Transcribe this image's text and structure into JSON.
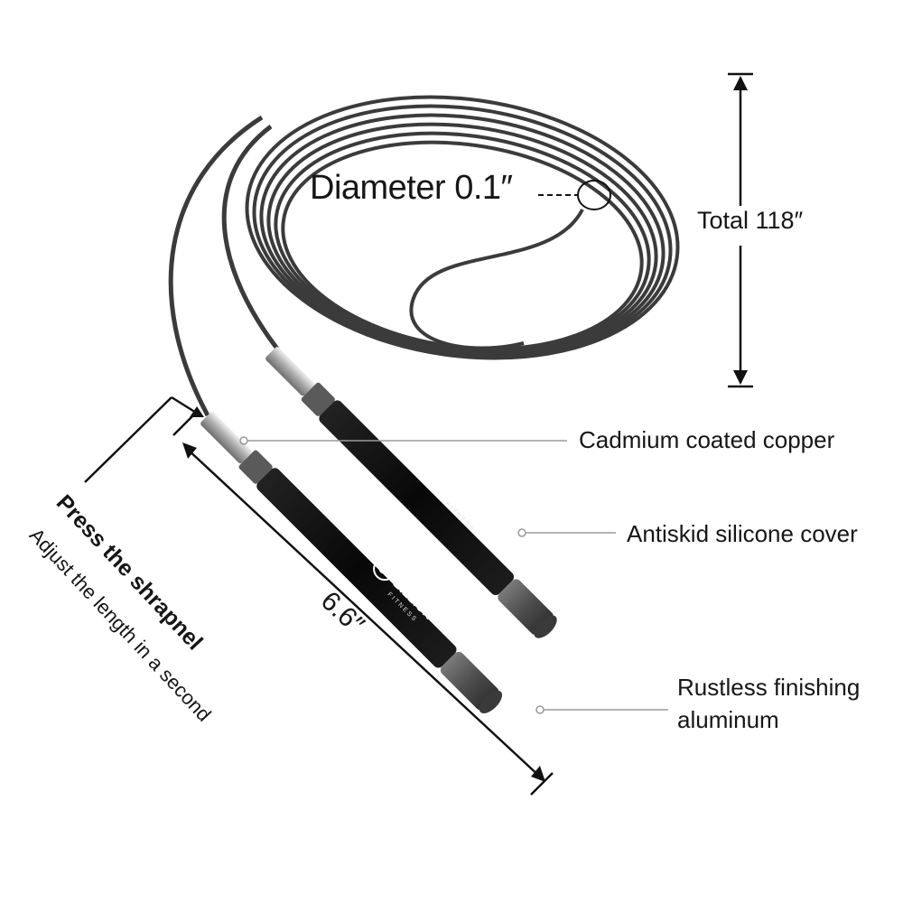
{
  "product": {
    "brand_logo": "5 BILLION FITNESS",
    "callouts": {
      "diameter": "Diameter 0.1″",
      "total_length": "Total 118″",
      "handle_length": "6.6″",
      "copper": "Cadmium coated copper",
      "silicone": "Antiskid silicone cover",
      "aluminum_line1": "Rustless finishing",
      "aluminum_line2": "aluminum",
      "press_title": "Press the shrapnel",
      "press_subtitle": "Adjust the length in a second"
    }
  },
  "colors": {
    "cable": "#3b3b3b",
    "handle_foam": "#0d0d0d",
    "cap_aluminum": "#5e5e5e",
    "copper_fitting": "#c7c7c7",
    "text": "#161616"
  }
}
